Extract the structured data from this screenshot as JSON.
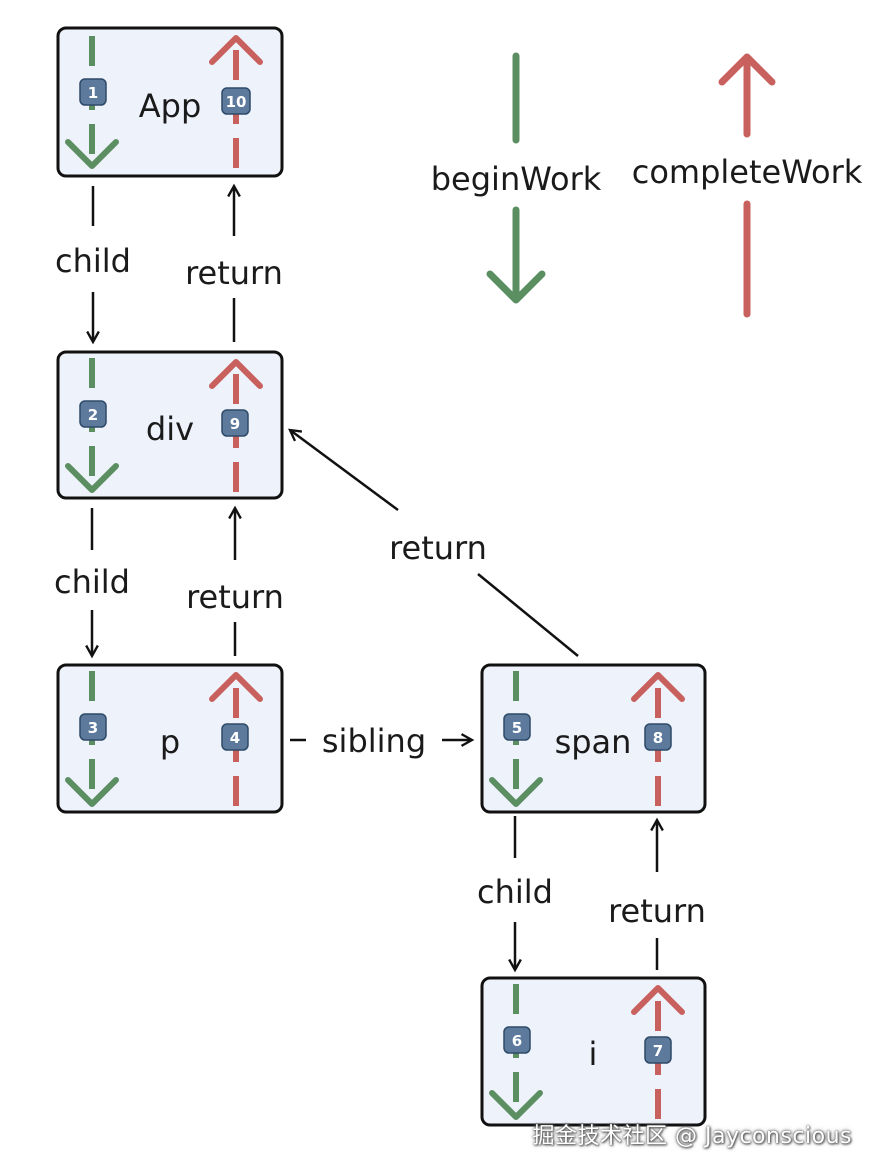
{
  "legend": {
    "begin_label": "beginWork",
    "complete_label": "completeWork"
  },
  "nodes": [
    {
      "name": "App",
      "begin_step": "1",
      "complete_step": "10"
    },
    {
      "name": "div",
      "begin_step": "2",
      "complete_step": "9"
    },
    {
      "name": "p",
      "begin_step": "3",
      "complete_step": "4"
    },
    {
      "name": "span",
      "begin_step": "5",
      "complete_step": "8"
    },
    {
      "name": "i",
      "begin_step": "6",
      "complete_step": "7"
    }
  ],
  "edges": [
    {
      "from": "App",
      "to": "div",
      "label": "child"
    },
    {
      "from": "div",
      "to": "App",
      "label": "return"
    },
    {
      "from": "div",
      "to": "p",
      "label": "child"
    },
    {
      "from": "p",
      "to": "div",
      "label": "return"
    },
    {
      "from": "p",
      "to": "span",
      "label": "sibling"
    },
    {
      "from": "span",
      "to": "div",
      "label": "return"
    },
    {
      "from": "span",
      "to": "i",
      "label": "child"
    },
    {
      "from": "i",
      "to": "span",
      "label": "return"
    }
  ],
  "colors": {
    "begin": "#5b8f62",
    "complete": "#c8605e",
    "node_fill": "#eef2fb",
    "badge": "#5d7a9c"
  },
  "watermark": "掘金技术社区 @ Jayconscious"
}
